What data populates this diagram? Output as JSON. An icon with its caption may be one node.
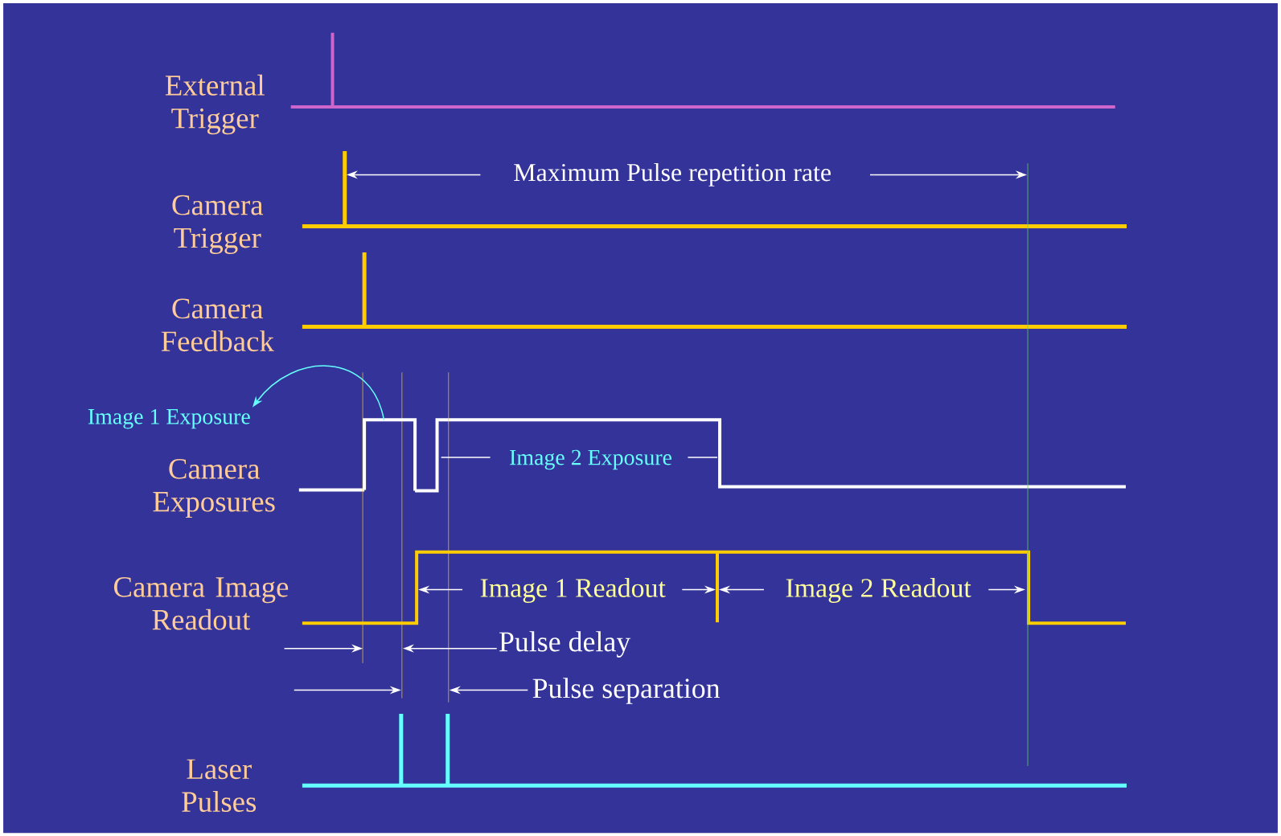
{
  "diagram": {
    "nodes": [
      {
        "text": [
          "Image 1 Exposure"
        ]
      },
      {
        "text": [],
        "shape": "bar"
      }
    ],
    "edges": [
      {
        "from": 1,
        "to": 0,
        "arrow": "to"
      }
    ],
    "labels": [
      "External Trigger",
      "Maximum Pulse repetition rate",
      "Camera Trigger",
      "Camera Feedback",
      "Camera Exposures",
      "Image 2 Exposure",
      "Camera Image Readout",
      "Image 1 Readout",
      "Image 2 Readout",
      "Pulse delay",
      "Pulse separation",
      "Laser Pulses"
    ]
  }
}
